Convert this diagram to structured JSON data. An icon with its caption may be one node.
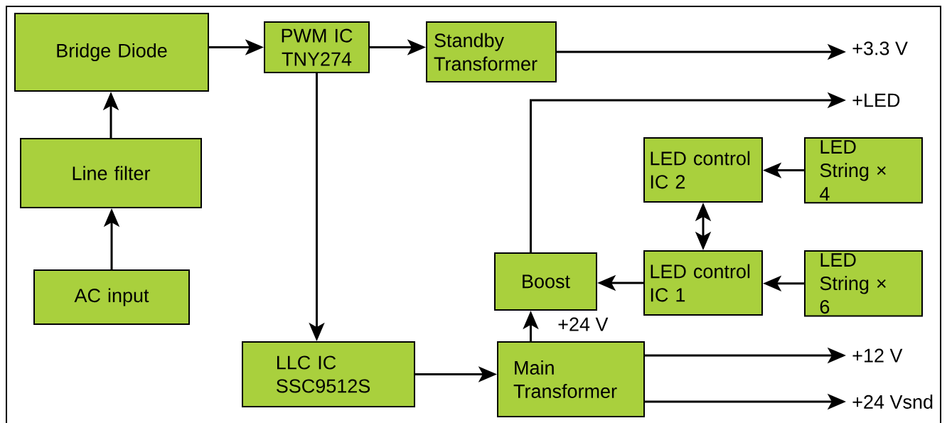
{
  "diagram": {
    "nodes": [
      {
        "text": [
          "Bridge Diode"
        ]
      },
      {
        "text": [
          "PWM IC TNY274"
        ]
      },
      {
        "text": [
          "Standby Transformer"
        ]
      },
      {
        "text": [
          "Line filter"
        ]
      },
      {
        "text": [
          "AC input"
        ]
      },
      {
        "text": [
          "LED control IC 2"
        ]
      },
      {
        "text": [
          "LED String × 4"
        ]
      },
      {
        "text": [
          "Boost"
        ]
      },
      {
        "text": [
          "LED control IC 1"
        ]
      },
      {
        "text": [
          "LED String × 6"
        ]
      },
      {
        "text": [
          "LLC IC SSC9512S"
        ]
      },
      {
        "text": [
          "Main Transformer"
        ]
      },
      {
        "text": [
          "+3.3 V"
        ]
      },
      {
        "text": [
          "+LED"
        ]
      },
      {
        "text": [
          "+12 V"
        ]
      },
      {
        "text": [
          "+24 Vsnd"
        ]
      }
    ],
    "edges": [
      {
        "from": 4,
        "to": 3,
        "arrow": "to"
      },
      {
        "from": 3,
        "to": 0,
        "arrow": "to"
      },
      {
        "from": 0,
        "to": 1,
        "arrow": "to"
      },
      {
        "from": 1,
        "to": 2,
        "arrow": "to"
      },
      {
        "from": 1,
        "to": 10,
        "arrow": "to"
      },
      {
        "from": 2,
        "to": 12,
        "arrow": "to"
      },
      {
        "from": 7,
        "to": 13,
        "arrow": "to"
      },
      {
        "from": 6,
        "to": 5,
        "arrow": "to"
      },
      {
        "from": 5,
        "to": 8,
        "arrow": "both"
      },
      {
        "from": 9,
        "to": 8,
        "arrow": "to"
      },
      {
        "from": 8,
        "to": 7,
        "arrow": "to"
      },
      {
        "from": 11,
        "to": 7,
        "arrow": "to",
        "label": "+24 V"
      },
      {
        "from": 10,
        "to": 11,
        "arrow": "to"
      },
      {
        "from": 11,
        "to": 14,
        "arrow": "to"
      },
      {
        "from": 11,
        "to": 15,
        "arrow": "to"
      }
    ]
  }
}
